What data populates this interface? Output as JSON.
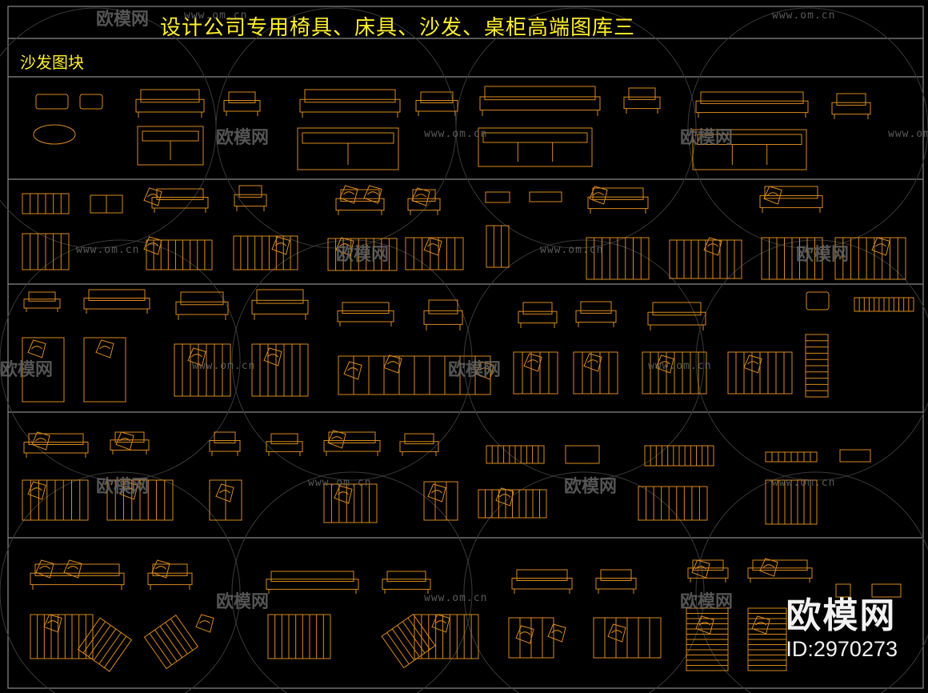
{
  "header": {
    "title": "设计公司专用椅具、床具、沙发、桌柜高端图库三"
  },
  "section": {
    "label": "沙发图块"
  },
  "watermark": {
    "url": "www.om.cn",
    "brand": "欧模网"
  },
  "badge": {
    "logo": "欧模网",
    "id": "ID:2970273"
  },
  "colors": {
    "background": "#000000",
    "frame": "#8a8a8a",
    "drawing": "#d98a1e",
    "title": "#ffef2a",
    "watermark": "#6a6a6a"
  }
}
